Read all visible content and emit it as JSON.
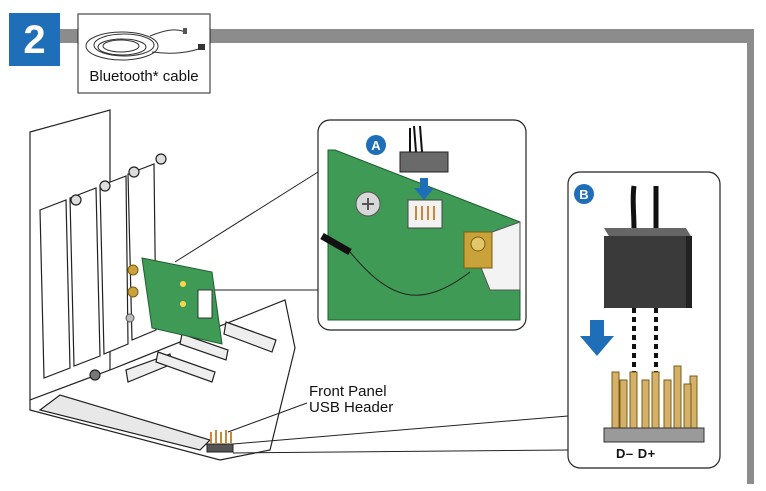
{
  "step": {
    "number": "2"
  },
  "cable": {
    "label": "Bluetooth* cable"
  },
  "callouts": {
    "a": {
      "label": "A"
    },
    "b": {
      "label": "B"
    }
  },
  "front_panel": {
    "line1": "Front Panel",
    "line2": "USB Header"
  },
  "pins": {
    "label": "D– D+"
  },
  "colors": {
    "accent": "#1f6fb8",
    "frame": "#8c8c8c",
    "pcb": "#3f9a55",
    "connector": "#444444"
  }
}
